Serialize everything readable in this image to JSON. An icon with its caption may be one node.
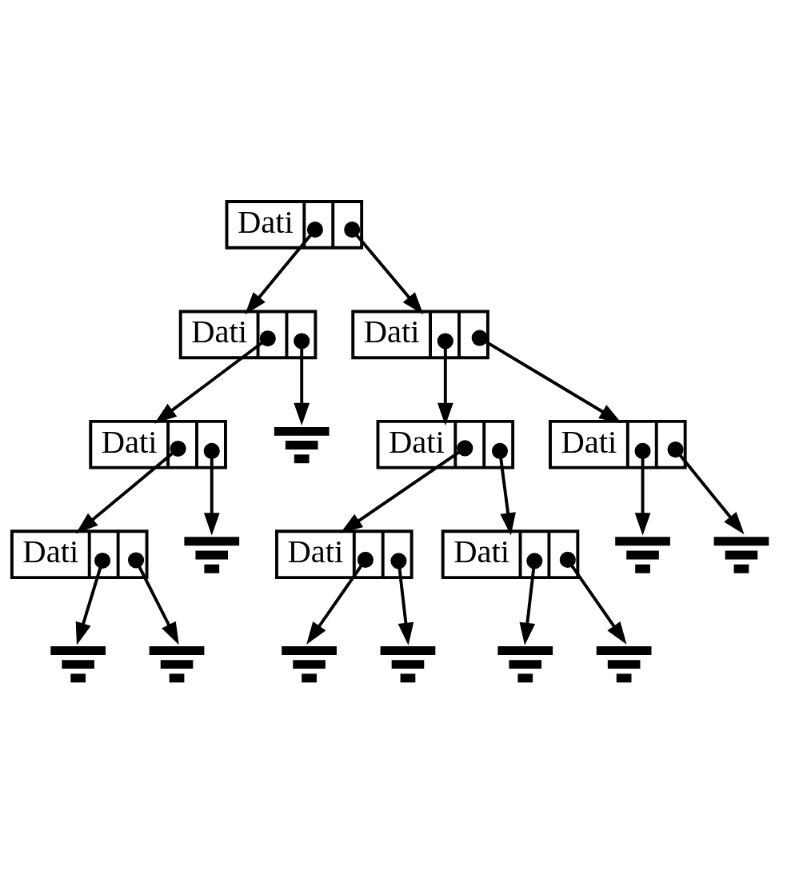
{
  "diagram": {
    "nodes": [
      {
        "text": [
          "Dati"
        ]
      },
      {
        "text": [
          "Dati"
        ]
      },
      {
        "text": [
          "Dati"
        ]
      },
      {
        "text": [
          "Dati"
        ]
      },
      {
        "text": [],
        "shape": "bar"
      },
      {
        "text": [
          "Dati"
        ]
      },
      {
        "text": [
          "Dati"
        ]
      },
      {
        "text": [
          "Dati"
        ]
      },
      {
        "text": [],
        "shape": "bar"
      },
      {
        "text": [
          "Dati"
        ]
      },
      {
        "text": [
          "Dati"
        ]
      },
      {
        "text": [],
        "shape": "bar"
      },
      {
        "text": [],
        "shape": "bar"
      },
      {
        "text": [],
        "shape": "bar"
      },
      {
        "text": [],
        "shape": "bar"
      },
      {
        "text": [],
        "shape": "bar"
      },
      {
        "text": [],
        "shape": "bar"
      },
      {
        "text": [],
        "shape": "bar"
      },
      {
        "text": [],
        "shape": "bar"
      }
    ],
    "edges": [
      {
        "from": 0,
        "to": 1,
        "arrow": "to"
      },
      {
        "from": 0,
        "to": 2,
        "arrow": "to"
      },
      {
        "from": 1,
        "to": 3,
        "arrow": "to"
      },
      {
        "from": 1,
        "to": 4,
        "arrow": "to"
      },
      {
        "from": 2,
        "to": 5,
        "arrow": "to"
      },
      {
        "from": 2,
        "to": 6,
        "arrow": "to"
      },
      {
        "from": 3,
        "to": 7,
        "arrow": "to"
      },
      {
        "from": 3,
        "to": 8,
        "arrow": "to"
      },
      {
        "from": 5,
        "to": 9,
        "arrow": "to"
      },
      {
        "from": 5,
        "to": 10,
        "arrow": "to"
      },
      {
        "from": 6,
        "to": 11,
        "arrow": "to"
      },
      {
        "from": 6,
        "to": 12,
        "arrow": "to"
      },
      {
        "from": 7,
        "to": 13,
        "arrow": "to"
      },
      {
        "from": 7,
        "to": 14,
        "arrow": "to"
      },
      {
        "from": 9,
        "to": 15,
        "arrow": "to"
      },
      {
        "from": 9,
        "to": 16,
        "arrow": "to"
      },
      {
        "from": 10,
        "to": 17,
        "arrow": "to"
      },
      {
        "from": 10,
        "to": 18,
        "arrow": "to"
      }
    ]
  }
}
